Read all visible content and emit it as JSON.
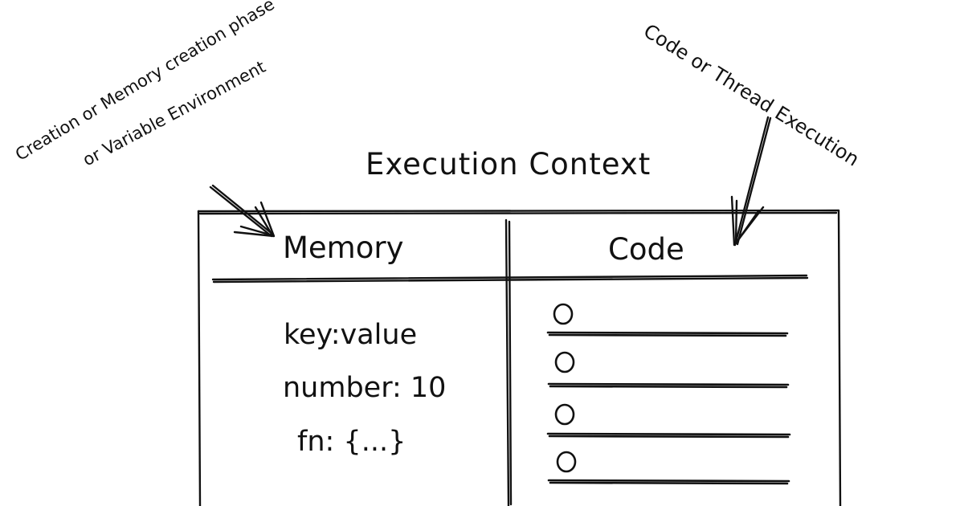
{
  "title": "Execution Context",
  "left_annotation": {
    "line1": "Creation or Memory creation phase",
    "line2": "or Variable Environment"
  },
  "right_annotation": "Code or Thread Execution",
  "memory": {
    "header": "Memory",
    "entries": [
      "key:value",
      "number: 10",
      "fn: {...}"
    ]
  },
  "code": {
    "header": "Code"
  },
  "colors": {
    "ink": "#111111",
    "background": "#ffffff"
  }
}
